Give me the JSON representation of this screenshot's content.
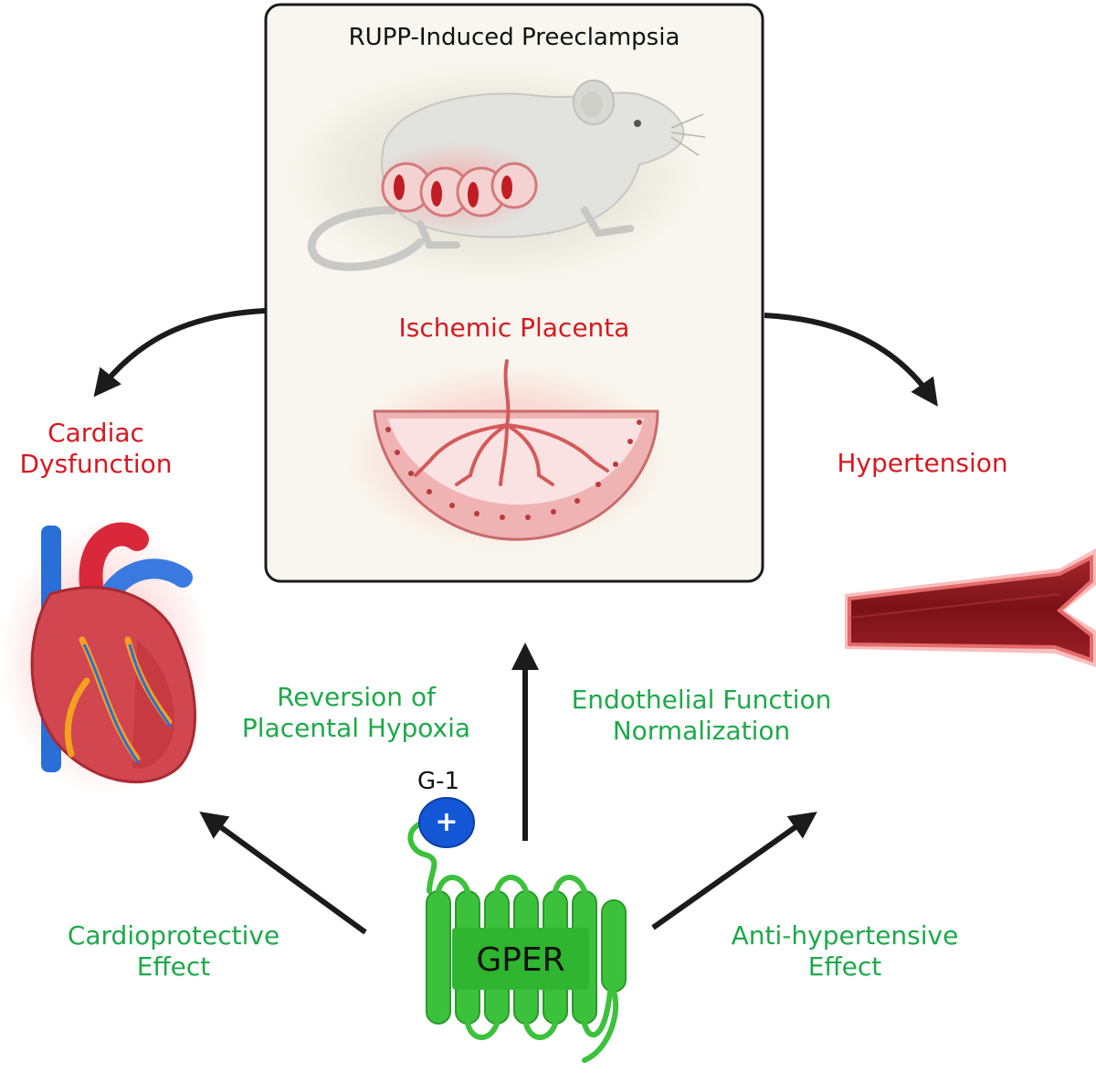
{
  "box_title": "RUPP-Induced Preeclampsia",
  "ischemic_label": "Ischemic Placenta",
  "cardiac": {
    "line1": "Cardiac",
    "line2": "Dysfunction"
  },
  "hypertension": "Hypertension",
  "reversion": {
    "line1": "Reversion of",
    "line2": "Placental Hypoxia"
  },
  "endothelial": {
    "line1": "Endothelial Function",
    "line2": "Normalization"
  },
  "cardioprotective": {
    "line1": "Cardioprotective",
    "line2": "Effect"
  },
  "antihypertensive": {
    "line1": "Anti-hypertensive",
    "line2": "Effect"
  },
  "ligand": "G-1",
  "ligand_sign": "+",
  "receptor": "GPER",
  "colors": {
    "effect_red": "#d71920",
    "benefit_green": "#1da94a",
    "receptor_green": "#3cc13c",
    "ligand_blue": "#1457d6",
    "box_fill": "#f8f6ee"
  }
}
